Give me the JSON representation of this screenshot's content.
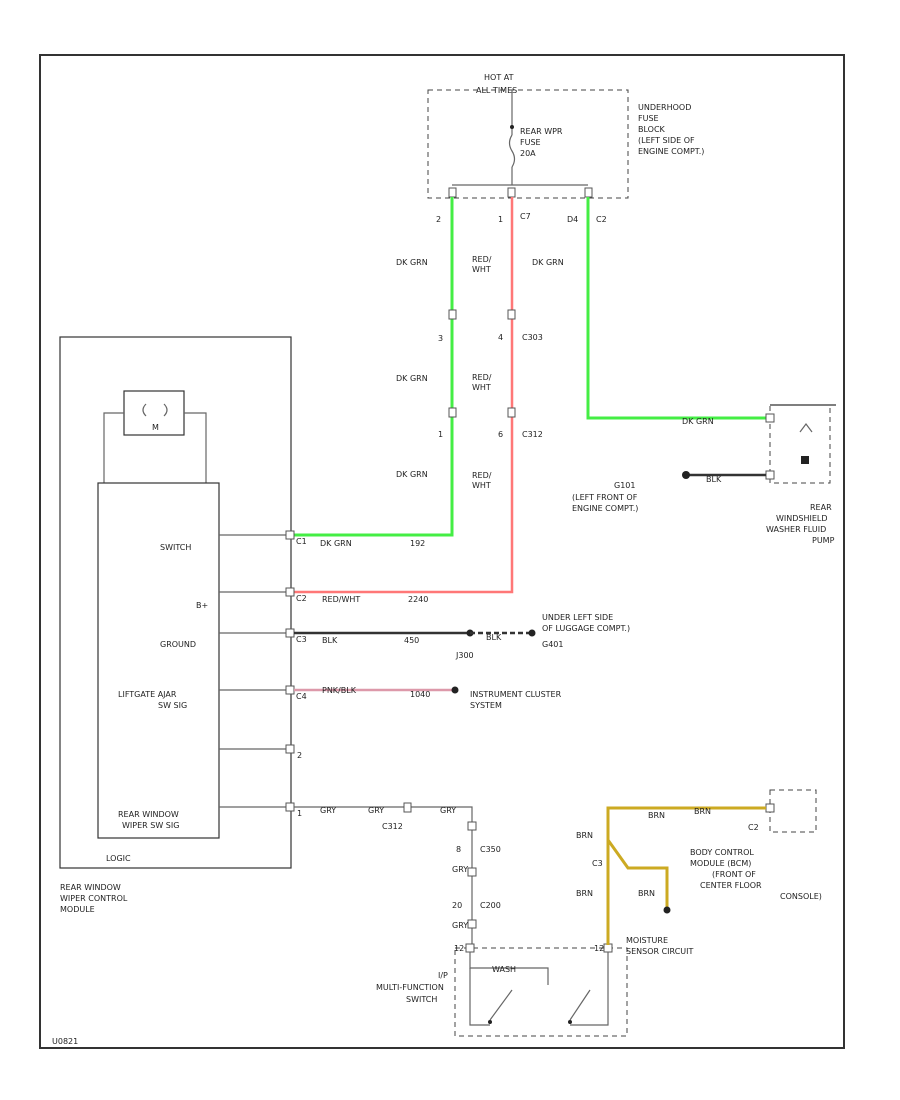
{
  "fuse_block": {
    "hot_at": "HOT AT",
    "hot_at_2": "ALL TIMES",
    "name_lines": [
      "UNDERHOOD",
      "FUSE",
      "BLOCK",
      "(LEFT SIDE OF",
      "ENGINE COMPT.)"
    ],
    "fuse_lines": [
      "REAR WPR",
      "FUSE",
      "20A"
    ],
    "pins": [
      "2",
      "1",
      "C7",
      "D4",
      "C2"
    ]
  },
  "wires_top": {
    "green_left": [
      "DK GRN",
      "DK GRN",
      "DK GRN"
    ],
    "red_mid": [
      "RED/",
      "WHT",
      "RED/",
      "WHT",
      "RED/",
      "WHT"
    ],
    "green_right": "DK GRN",
    "conn_left_pins": [
      "3",
      "1"
    ],
    "conn_mid_pins": [
      "4",
      "6"
    ],
    "conn_mid_names": [
      "C303",
      "C312"
    ]
  },
  "washer_pump": {
    "wire_label": "DK GRN",
    "ground_label": "BLK",
    "ground_name": "G101",
    "ground_lines": [
      "(LEFT FRONT OF",
      "ENGINE COMPT.)"
    ],
    "name_lines": [
      "REAR",
      "WINDSHIELD",
      "WASHER FLUID",
      "PUMP"
    ]
  },
  "module": {
    "relay_label": "M",
    "inputs": [
      "SWITCH",
      "B+",
      "GROUND",
      "LIFTGATE AJAR",
      "SW SIG",
      "",
      "REAR WINDOW",
      "WIPER SW SIG"
    ],
    "logic": "LOGIC",
    "name_lines": [
      "REAR WINDOW",
      "WIPER CONTROL",
      "MODULE"
    ],
    "pins": [
      "C1",
      "C2",
      "C3",
      "C4",
      "2",
      "1"
    ]
  },
  "module_wires": {
    "switch_labels": [
      "DK GRN",
      "192"
    ],
    "bplus_labels": [
      "RED/WHT",
      "2240"
    ],
    "ground_labels": [
      "BLK",
      "450",
      "BLK"
    ],
    "ground_conn": "J300",
    "ground_dest": [
      "UNDER LEFT SIDE",
      "OF LUGGAGE COMPT.)",
      "G401"
    ],
    "ajar_labels": [
      "PNK/BLK",
      "1040"
    ],
    "ajar_dest": [
      "INSTRUMENT CLUSTER",
      "SYSTEM"
    ],
    "wiper_labels": [
      "GRY",
      "GRY",
      "GRY"
    ],
    "wiper_conn": [
      "C312",
      "C350",
      "C200"
    ],
    "wiper_pins": [
      "8",
      "20"
    ]
  },
  "multifunction": {
    "name_lines": [
      "I/P",
      "MULTI-FUNCTION",
      "SWITCH"
    ],
    "inner": "WASH",
    "pins": [
      "12",
      "12"
    ]
  },
  "bcm": {
    "name_lines": [
      "BODY CONTROL",
      "MODULE (BCM)",
      "(FRONT OF",
      "CENTER FLOOR",
      "CONSOLE)"
    ],
    "wire_labels": [
      "BRN",
      "BRN",
      "BRN",
      "BRN",
      "BRN"
    ],
    "pins": [
      "C2",
      "C3"
    ],
    "moisture_lines": [
      "MOISTURE",
      "SENSOR CIRCUIT"
    ]
  },
  "footer_code": "U0821"
}
